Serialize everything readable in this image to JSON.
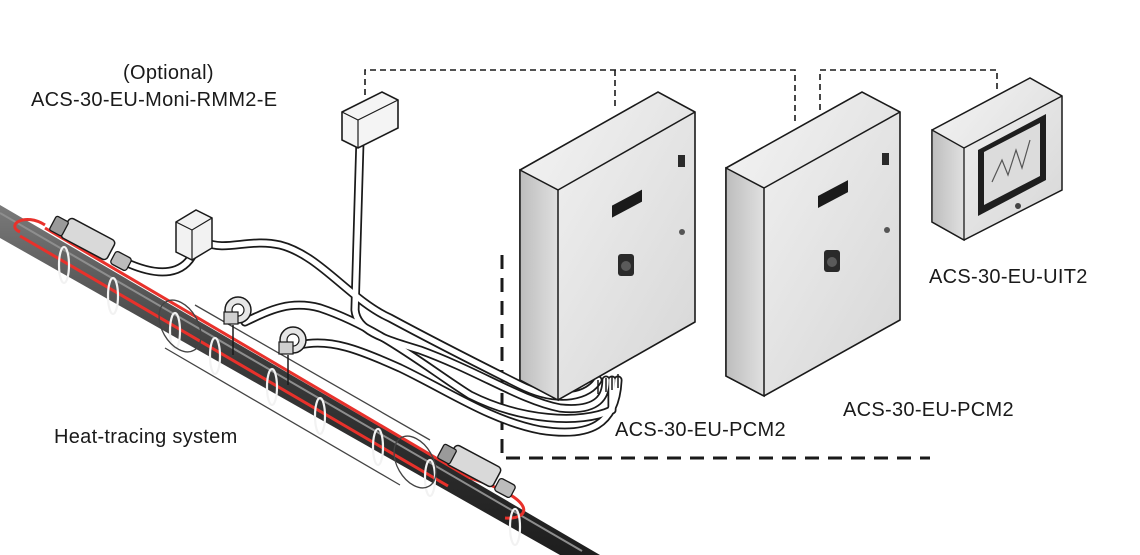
{
  "labels": {
    "optional": "(Optional)",
    "rmm": "ACS-30-EU-Moni-RMM2-E",
    "uit": "ACS-30-EU-UIT2",
    "pcm_left": "ACS-30-EU-PCM2",
    "pcm_right": "ACS-30-EU-PCM2",
    "heat_tracing": "Heat-tracing system"
  },
  "colors": {
    "heating_cable": "#e8312b",
    "pipe": "#4a4a4a",
    "enclosure_face": "#e9e9e9",
    "enclosure_side": "#c8c8c8",
    "line": "#1a1a1a"
  },
  "icons": [
    "rmm-module-icon",
    "junction-box-icon",
    "pcm-panel-icon",
    "uit-touch-panel-icon",
    "rtd-sensor-icon",
    "cable-connector-icon"
  ]
}
